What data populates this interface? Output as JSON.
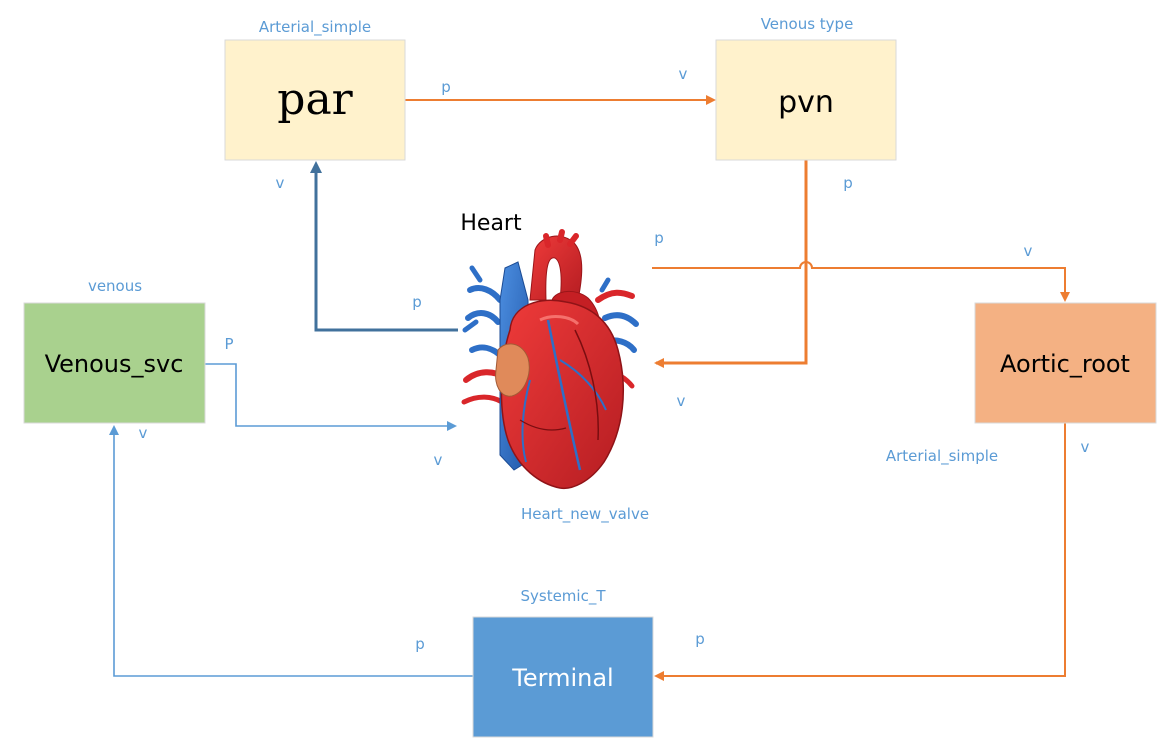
{
  "colors": {
    "par_fill": "#fff2cc",
    "pvn_fill": "#fff2cc",
    "venous_fill": "#a9d18e",
    "aortic_fill": "#f4b183",
    "terminal_fill": "#5b9bd5",
    "label_blue": "#5b9bd5",
    "arrow_orange": "#ed7d31",
    "arrow_blue_dark": "#41719c",
    "arrow_blue_light": "#5b9bd5",
    "heart_red": "#d9262a",
    "heart_blue": "#2e6fc7"
  },
  "boxes": {
    "par": {
      "name": "par",
      "type": "Arterial_simple"
    },
    "pvn": {
      "name": "pvn",
      "type": "Venous type"
    },
    "venous_svc": {
      "name": "Venous_svc",
      "type": "venous"
    },
    "aortic_root": {
      "name": "Aortic_root",
      "type": "Arterial_simple"
    },
    "terminal": {
      "name": "Terminal",
      "type": "Systemic_T"
    }
  },
  "heart": {
    "title": "Heart",
    "type": "Heart_new_valve",
    "icon": "heart-anatomy-icon"
  },
  "ports": {
    "par_p": "p",
    "pvn_v": "v",
    "pvn_p": "p",
    "par_v": "v",
    "heart_p_top": "p",
    "heart_p_left": "p",
    "aortic_v_in": "v",
    "venous_p": "P",
    "venous_v": "v",
    "heart_v_left": "v",
    "heart_v_right": "v",
    "aortic_v_out": "v",
    "terminal_p_right": "p",
    "terminal_p_left": "p"
  }
}
